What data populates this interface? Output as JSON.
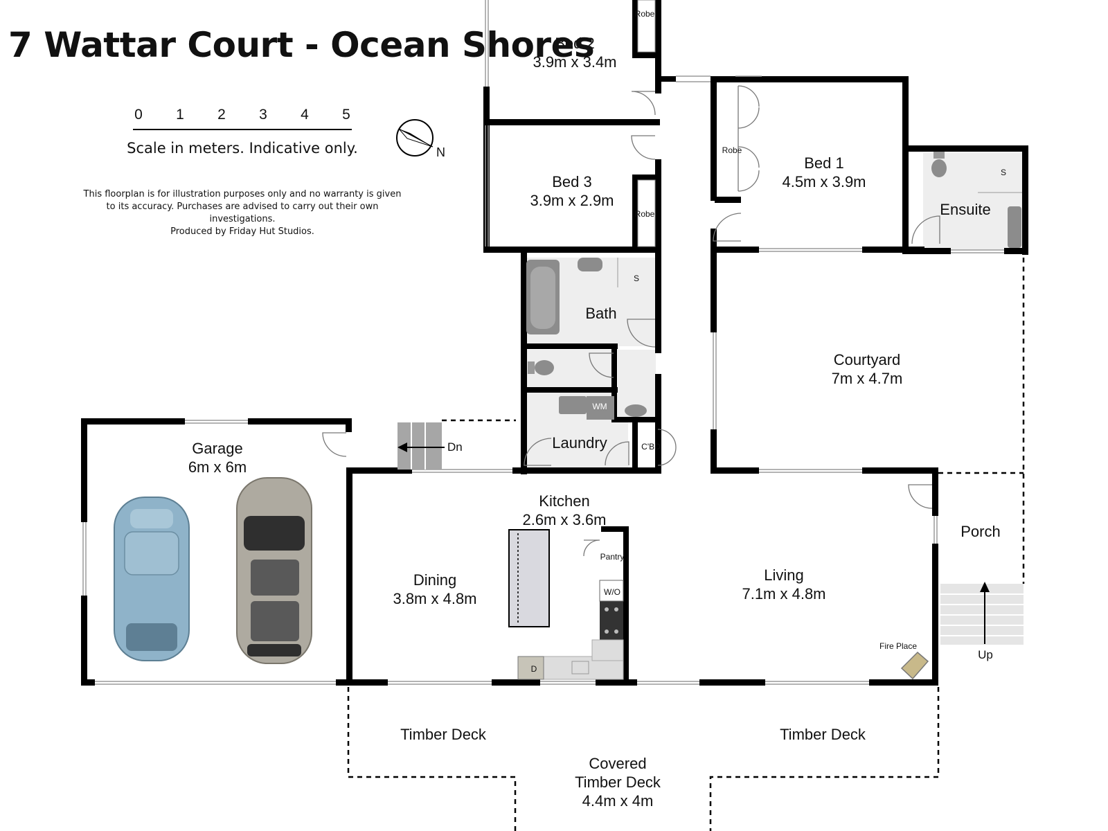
{
  "header": {
    "title": "7 Wattar Court - Ocean Shores"
  },
  "scale": {
    "ticks": [
      "0",
      "1",
      "2",
      "3",
      "4",
      "5"
    ],
    "caption": "Scale in meters. Indicative only."
  },
  "compass": {
    "label": "N",
    "icon": "north-arrow-icon"
  },
  "disclaimer": {
    "line1": "This floorplan is for illustration purposes only and no warranty is given",
    "line2": "to its accuracy. Purchases are advised to carry out their own investigations.",
    "line3": "Produced by Friday Hut Studios."
  },
  "rooms": {
    "bed2": {
      "name": "Bed 2",
      "size": "3.9m x 3.4m"
    },
    "bed3": {
      "name": "Bed 3",
      "size": "3.9m x 2.9m"
    },
    "bed1": {
      "name": "Bed 1",
      "size": "4.5m x 3.9m"
    },
    "ensuite": {
      "name": "Ensuite"
    },
    "bath": {
      "name": "Bath"
    },
    "laundry": {
      "name": "Laundry"
    },
    "courtyard": {
      "name": "Courtyard",
      "size": "7m x 4.7m"
    },
    "garage": {
      "name": "Garage",
      "size": "6m x 6m"
    },
    "kitchen": {
      "name": "Kitchen",
      "size": "2.6m x 3.6m"
    },
    "dining": {
      "name": "Dining",
      "size": "3.8m x 4.8m"
    },
    "living": {
      "name": "Living",
      "size": "7.1m x 4.8m"
    },
    "porch": {
      "name": "Porch"
    },
    "deck_left": {
      "name": "Timber Deck"
    },
    "deck_right": {
      "name": "Timber Deck"
    },
    "covered_deck": {
      "line1": "Covered",
      "line2": "Timber Deck",
      "size": "4.4m x 4m"
    }
  },
  "labels": {
    "robe": "Robe",
    "shower": "S",
    "wm": "WM",
    "cbd": "C'BD",
    "pantry": "Pantry",
    "wo": "W/O",
    "dishwasher": "D",
    "fireplace": "Fire Place",
    "stairs_down": "Dn",
    "stairs_up": "Up"
  },
  "colors": {
    "wall": "#000000",
    "fixture": "#8c8c8c",
    "tile": "#eeeeee",
    "island": "#d9d9df",
    "car_blue": "#8fb3c9",
    "car_silver": "#aeaaa0",
    "fireplace": "#c8b98a"
  }
}
